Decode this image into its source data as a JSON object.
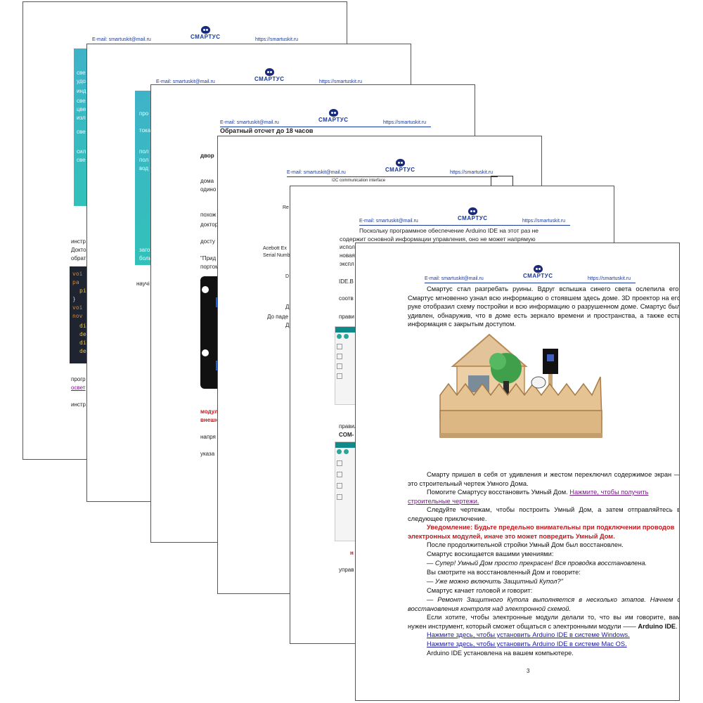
{
  "header": {
    "email": "E-mail: smartuskit@mail.ru",
    "site": "https://smartuskit.ru",
    "logo_text": "СМАРТУС"
  },
  "page1": {
    "frag_teal": [
      "све",
      "удо",
      "инд",
      "све",
      "цве",
      "изл",
      "све",
      "сил",
      "све"
    ],
    "frag_body": [
      "инстр",
      "Докто",
      "обрат",
      "прогр",
      "инстр"
    ],
    "frag_link": "освет",
    "code": [
      "voi",
      "ра",
      "pi",
      "}",
      "voi",
      "nov",
      "di",
      "de",
      "di",
      "de"
    ]
  },
  "page2": {
    "frag_teal": [
      "про",
      "тока",
      "пол",
      "пол",
      "вод",
      "заго",
      "боль"
    ],
    "frag_body": [
      "научі"
    ]
  },
  "page3": {
    "title": "Обратный отсчет до 18 часов",
    "frag_body": [
      "двор",
      "дома",
      "одино",
      "похож",
      "доктор",
      "досту",
      "\"Прид",
      "портом",
      "модул",
      "внешн",
      "напря",
      "указа"
    ]
  },
  "page4": {
    "caption": "I2C communication interface",
    "frag_body": [
      "Re",
      "Acebott Ex",
      "Serial Numb",
      "D",
      "Д",
      "До паде",
      "Д",
      "правил",
      "COM-",
      "н",
      "управ"
    ]
  },
  "page5": {
    "lines": [
      "Поскольку программное обеспечение Arduino IDE на этот раз не",
      "содержит основной информации управления, оно не может напрямую"
    ],
    "frag_body": [
      "испол",
      "новая",
      "экспл",
      "IDE.B",
      "соотв",
      "прави"
    ]
  },
  "page6": {
    "p1": "Смартус стал разгребать руины. Вдруг вспышка синего света ослепила его. Смартус мгновенно узнал всю информацию о стоявшем здесь доме. 3D проектор на его руке отобразил схему постройки и всю информацию о разрушенном доме. Смартус был удивлен, обнаружив, что в доме есть зеркало времени и пространства, а также есть информация с закрытым доступом.",
    "p2": "Смарту пришел в себя от удивления и жестом переключил содержимое экран — это строительный чертеж Умного Дома.",
    "p3_text": "Помогите Смартусу восстановить Умный Дом.",
    "p3_link": "Нажмите, чтобы получить строительные чертежи.",
    "p4": "Следуйте чертежам, чтобы построить Умный Дом, а затем отправляйтесь в следующее приключение.",
    "warn": "Уведомление: Будьте предельно внимательны при подключении проводов электронных модулей, иначе это может повредить Умный Дом.",
    "l1": "После продолжительной стройки Умный Дом был восстановлен.",
    "l2": "Смартус восхищается вашими умениями:",
    "l3": "— Супер! Умный Дом просто прекрасен! Вся проводка восстановлена.",
    "l4": "Вы смотрите на восстановленный Дом и говорите:",
    "l5": "— Уже можно включить Защитный Купол?\"",
    "l6": "Смартус качает головой и говорит:",
    "l7": "— Ремонт Защитного Купола выполняется в несколько этапов. Начнем с восстановления контроля над электронной схемой.",
    "l8_text": "Если хотите, чтобы электронные модули делали то, что вы им говорите, вам нужен инструмент, который сможет общаться с электронными модули ——",
    "l8_bold": "Arduino IDE",
    "l8_end": ".",
    "link_win": "Нажмите здесь, чтобы установить Arduino IDE в системе Windows.",
    "link_mac": "Нажмите здесь, чтобы установить Arduino IDE в системе Mac OS.",
    "l9": "Arduino IDE установлена на вашем компьютере.",
    "page_number": "3"
  }
}
